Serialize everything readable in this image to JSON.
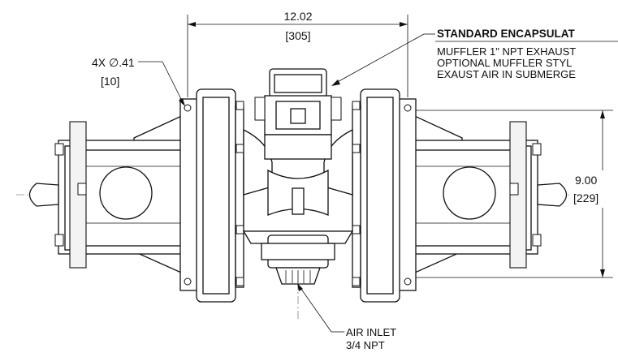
{
  "dimensions": {
    "width_in": "12.02",
    "width_mm": "[305]",
    "height_in": "9.00",
    "height_mm": "[229]",
    "hole_callout": "4X ∅.41",
    "hole_mm": "[10]"
  },
  "notes": {
    "muffler_title": "STANDARD ENCAPSULAT",
    "muffler_line1": "MUFFLER 1\" NPT EXHAUST",
    "muffler_line2": "OPTIONAL MUFFLER STYL",
    "muffler_line3": "EXAUST AIR IN SUBMERGE",
    "air_inlet_line1": "AIR INLET",
    "air_inlet_line2": "3/4 NPT"
  }
}
